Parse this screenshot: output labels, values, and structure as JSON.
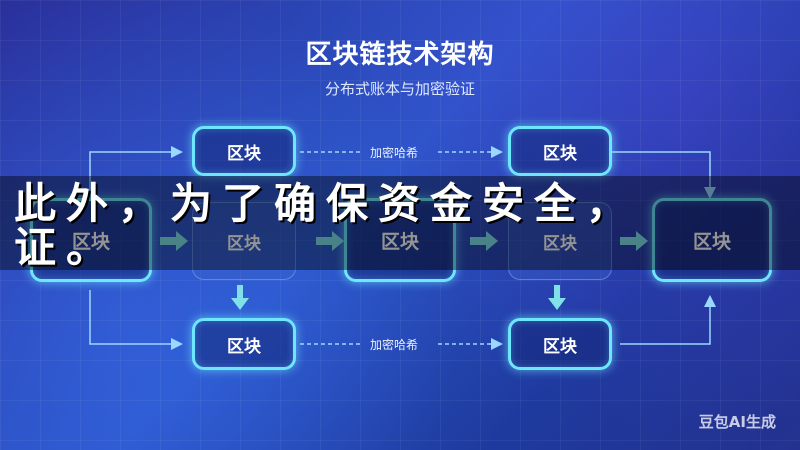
{
  "header": {
    "title": "区块链技术架构",
    "subtitle": "分布式账本与加密验证"
  },
  "diagram": {
    "block_label": "区块",
    "link_label": "加密哈希",
    "colors": {
      "accent": "#6fe6ff",
      "arrow": "#7fe0e8",
      "line": "#9bd8ff"
    }
  },
  "overlay": {
    "line1": "此外，为了确保资金安全，",
    "line2": "证。"
  },
  "watermark": "豆包AI生成"
}
